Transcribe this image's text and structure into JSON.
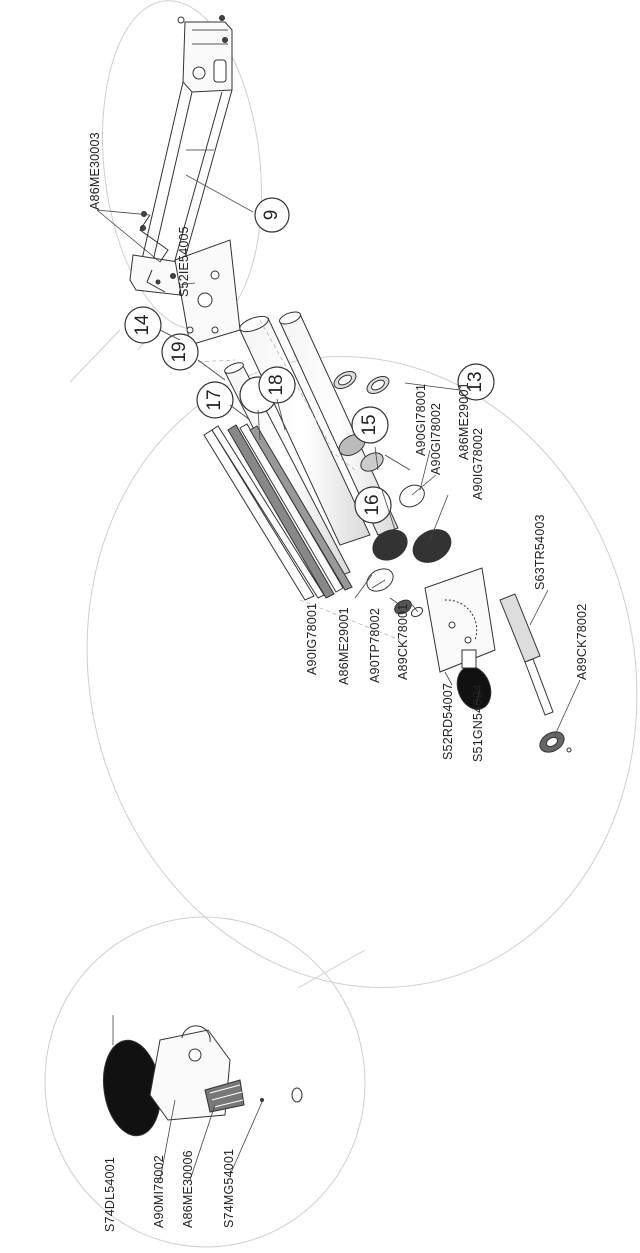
{
  "part_labels": {
    "a86me30003": "A86ME30003",
    "s52ie54005": "S52IE54005",
    "a90gi78001": "A90GI78001",
    "a90gi78002": "A90GI78002",
    "a86me29001_top": "A86ME29001",
    "a90ig78002": "A90IG78002",
    "s63tr54003": "S63TR54003",
    "a89ck78002": "A89CK78002",
    "a90ig78001": "A90IG78001",
    "a86me29001_bottom": "A86ME29001",
    "a90tp78002": "A90TP78002",
    "a89ck78001": "A89CK78001",
    "s52rd54007": "S52RD54007",
    "s51gn54004": "S51GN54004",
    "s74dl54001": "S74DL54001",
    "a90mi78002": "A90MI78002",
    "a86me30006": "A86ME30006",
    "s74mg54001": "S74MG54001"
  },
  "callouts": {
    "n9": "9",
    "n16": "16",
    "n15": "15",
    "n14": "14",
    "n13": "13",
    "n19": "19",
    "n17": "17",
    "n18": "18"
  }
}
